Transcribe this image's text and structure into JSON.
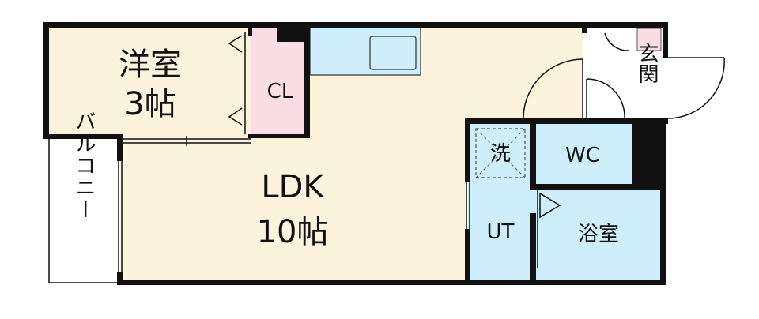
{
  "rooms": {
    "western_room": {
      "name": "洋室",
      "size": "3帖"
    },
    "closet": {
      "name": "CL"
    },
    "ldk": {
      "name": "LDK",
      "size": "10帖"
    },
    "balcony": {
      "name": "バルコニー"
    },
    "entrance": {
      "name": "玄関"
    },
    "washer": {
      "name": "洗"
    },
    "toilet": {
      "name": "WC"
    },
    "utility": {
      "name": "UT"
    },
    "bathroom": {
      "name": "浴室"
    }
  },
  "colors": {
    "wall": "#111111",
    "living_floor": "#fbf3dc",
    "wet_area": "#cfeefb",
    "closet": "#fbdde6",
    "balcony": "#ffffff"
  }
}
